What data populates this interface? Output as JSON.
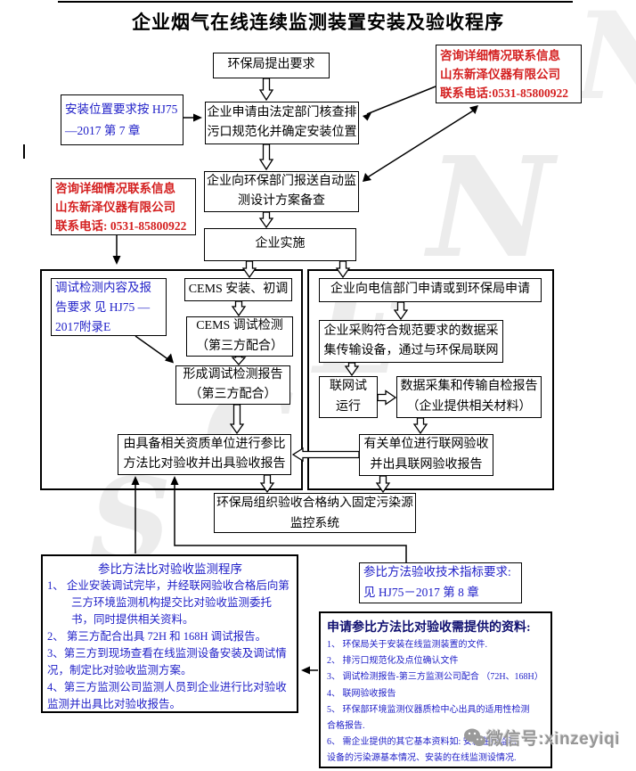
{
  "title": "企业烟气在线连续监测装置安装及验收程序",
  "contact_top": [
    "咨询详细情况联系信息",
    "山东新泽仪器有限公司",
    "联系电话:0531-85800922"
  ],
  "contact_left": [
    "咨询详细情况联系信息",
    "山东新泽仪器有限公司",
    "联系电话: 0531-85800922"
  ],
  "flow": {
    "epb_request": "环保局提出要求",
    "install_note": [
      "安装位置要求按 HJ75",
      "—2017 第 7 章"
    ],
    "apply": [
      "企业申请由法定部门核查排",
      "污口规范化并确定安装位置"
    ],
    "report_design": [
      "企业向环保部门报送自动监",
      "测设计方案备查"
    ],
    "implement": "企业实施",
    "debug_note": [
      "调试检测内容及报",
      "告要求 见 HJ75 —",
      "2017附录E"
    ],
    "cems_install": "CEMS 安装、初调",
    "cems_debug": [
      "CEMS 调试检测",
      "（第三方配合）"
    ],
    "form_report": [
      "形成调试检测报告",
      "（第三方配合）"
    ],
    "acceptance": [
      "由具备相关资质单位进行参比",
      "方法比对验收并出具验收报告"
    ],
    "telecom": "企业向电信部门申请或到环保局申请",
    "purchase": [
      "企业采购符合规范要求的数据采",
      "集传输设备，通过与环保局联网"
    ],
    "network_trial": [
      "联网试",
      "运行"
    ],
    "self_check": [
      "数据采集和传输自检报告",
      "（企业提供相关材料）"
    ],
    "network_accept": [
      "有关单位进行联网验收",
      "并出具联网验收报告"
    ],
    "epb_organize": [
      "环保局组织验收合格纳入固定污染源",
      "监控系统"
    ]
  },
  "procedure_box": {
    "title": "参比方法比对验收监测程序",
    "items": [
      "1、 企业安装调试完毕，并经联网验收合格后向第三方环境监测机构提交比对验收监测委托书，同时提供相关资料。",
      "2、 第三方配合出具 72H 和 168H 调试报告。",
      "3、第三方到现场查看在线监测设备安装及调试情况，制定比对验收监测方案。",
      "4、第三方监测公司监测人员到企业进行比对验收监测并出具比对验收报告。"
    ]
  },
  "tech_req": [
    "参比方法验收技术指标要求:",
    "见 HJ75－2017 第 8 章"
  ],
  "materials_box": {
    "title": "申请参比方法比对验收需提供的资料:",
    "items": [
      "1、 环保局关于安装在线监测装置的文件.",
      "2、 排污口规范化及点位确认文件",
      "3、 调试检测报告-第三方监测公司配合 （72H、168H）",
      "4、 联网验收报告",
      [
        "5、 环保部环境监测仪器质检中心出具的适用性检测",
        "合格报告."
      ],
      [
        "6、 需企业提供的其它基本资料如: 安装在线监测",
        "设备的污染源基本情况、安装的在线监测设情况."
      ]
    ]
  },
  "wechat_label": "微信号:xinzeyiqi",
  "watermark": {
    "letters": [
      "S",
      "C",
      "E",
      "N",
      "N"
    ]
  },
  "colors": {
    "blue": "#2121c8",
    "red": "#d42020",
    "navy": "#101070"
  }
}
